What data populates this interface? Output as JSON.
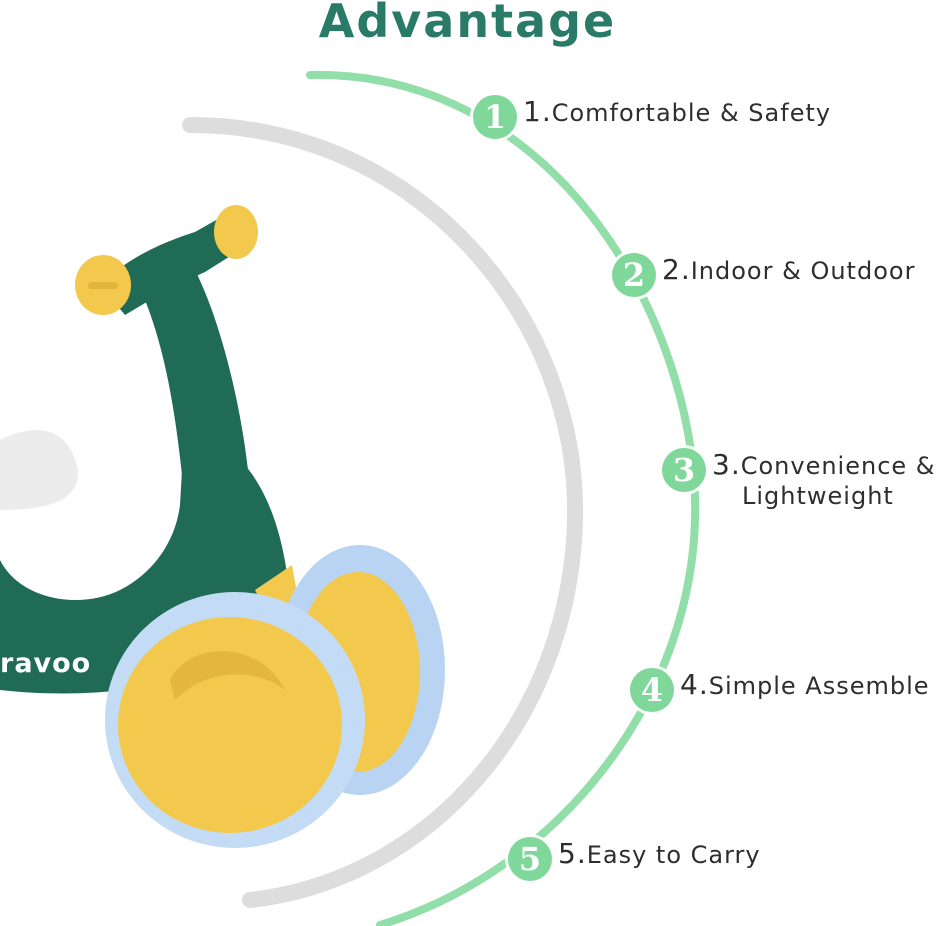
{
  "title": "Advantage",
  "brand_text": "ravoo",
  "features": [
    {
      "badge": "1",
      "number": "1.",
      "text": "Comfortable & Safety",
      "text2": ""
    },
    {
      "badge": "2",
      "number": "2.",
      "text": "Indoor & Outdoor",
      "text2": ""
    },
    {
      "badge": "3",
      "number": "3.",
      "text": "Convenience &",
      "text2": "Lightweight"
    },
    {
      "badge": "4",
      "number": "4.",
      "text": "Simple Assemble",
      "text2": ""
    },
    {
      "badge": "5",
      "number": "5.",
      "text": "Easy to Carry",
      "text2": ""
    }
  ],
  "colors": {
    "title": "#2a7a68",
    "arc_green": "#7fd89a",
    "arc_grey": "#dcdcdc",
    "bike_body": "#1f6b55",
    "bike_accent": "#f2c94c",
    "wheel_rim": "#b9d3f2",
    "seat": "#ececec"
  },
  "icons": [
    "bike-illustration",
    "green-arc-decoration",
    "grey-arc-decoration"
  ]
}
